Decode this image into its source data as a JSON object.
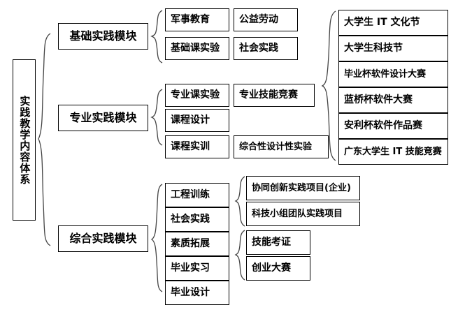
{
  "diagram": {
    "type": "tree-hierarchy",
    "title": "实践教学内容体系",
    "orientation": "left-to-right",
    "connector_style": "curly-brace",
    "colors": {
      "box_border": "#000000",
      "brace_stroke": "#444444",
      "background": "#ffffff",
      "text": "#000000"
    },
    "root": {
      "label": "实践教学内容体系",
      "writing_mode": "vertical"
    },
    "modules": [
      {
        "id": "basic",
        "label": "基础实践模块",
        "children": [
          {
            "label": "军事教育"
          },
          {
            "label": "公益劳动"
          },
          {
            "label": "基础课实验"
          },
          {
            "label": "社会实践"
          }
        ]
      },
      {
        "id": "professional",
        "label": "专业实践模块",
        "children": [
          {
            "label": "专业课实验"
          },
          {
            "label": "课程设计"
          },
          {
            "label": "课程实训"
          }
        ],
        "branches": [
          {
            "label": "专业技能竞赛"
          },
          {
            "label": "综合性设计性实验"
          }
        ]
      },
      {
        "id": "comprehensive",
        "label": "综合实践模块",
        "children": [
          {
            "label": "工程训练"
          },
          {
            "label": "社会实践"
          },
          {
            "label": "素质拓展"
          },
          {
            "label": "毕业实习"
          },
          {
            "label": "毕业设计"
          }
        ]
      }
    ],
    "competitions": [
      {
        "label": "大学生 IT 文化节"
      },
      {
        "label": "大学生科技节"
      },
      {
        "label": "毕业杯软件设计大赛"
      },
      {
        "label": "蓝桥杯软件大赛"
      },
      {
        "label": "安利杯软件作品赛"
      },
      {
        "label": "广东大学生 IT 技能竞赛"
      }
    ],
    "projects": [
      {
        "label": "协同创新实践项目(企业)"
      },
      {
        "label": "科技小组团队实践项目"
      }
    ],
    "extras": [
      {
        "label": "技能考证"
      },
      {
        "label": "创业大赛"
      }
    ]
  }
}
